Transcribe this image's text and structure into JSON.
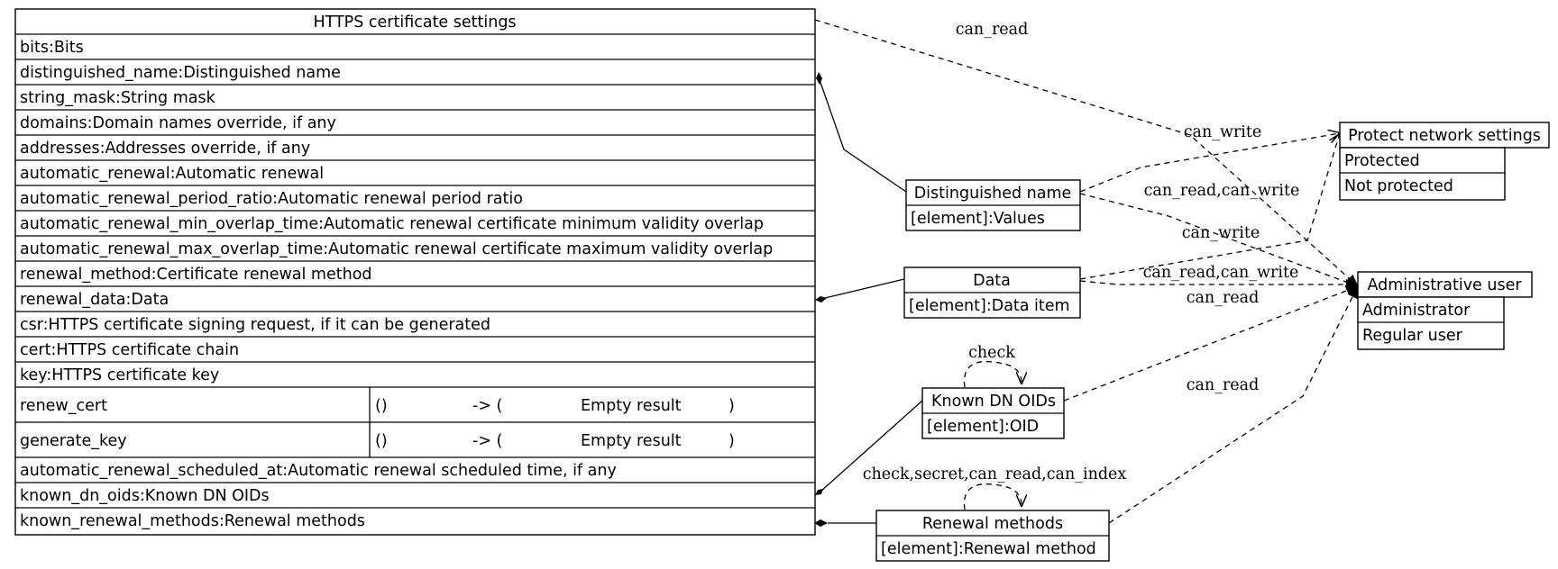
{
  "main_class": {
    "title": "HTTPS certificate settings",
    "attributes": [
      "bits:Bits",
      "distinguished_name:Distinguished name",
      "string_mask:String mask",
      "domains:Domain names override, if any",
      "addresses:Addresses override, if any",
      "automatic_renewal:Automatic renewal",
      "automatic_renewal_period_ratio:Automatic renewal period ratio",
      "automatic_renewal_min_overlap_time:Automatic renewal certificate minimum validity overlap",
      "automatic_renewal_max_overlap_time:Automatic renewal certificate maximum validity overlap",
      "renewal_method:Certificate renewal method",
      "renewal_data:Data",
      "csr:HTTPS certificate signing request, if it can be generated",
      "cert:HTTPS certificate chain",
      "key:HTTPS certificate key"
    ],
    "methods": [
      {
        "name": "renew_cert",
        "params": "()",
        "arrow": "-> (",
        "result": "Empty result",
        "close": ")"
      },
      {
        "name": "generate_key",
        "params": "()",
        "arrow": "-> (",
        "result": "Empty result",
        "close": ")"
      }
    ],
    "tail_attributes": [
      "automatic_renewal_scheduled_at:Automatic renewal scheduled time, if any",
      "known_dn_oids:Known DN OIDs",
      "known_renewal_methods:Renewal methods"
    ]
  },
  "classes": {
    "distinguished_name": {
      "title": "Distinguished name",
      "rows": [
        "[element]:Values"
      ]
    },
    "data": {
      "title": "Data",
      "rows": [
        "[element]:Data item"
      ]
    },
    "known_dn_oids": {
      "title": "Known DN OIDs",
      "rows": [
        "[element]:OID"
      ]
    },
    "renewal_methods": {
      "title": "Renewal methods",
      "rows": [
        "[element]:Renewal method"
      ]
    },
    "protect_network": {
      "title": "Protect network settings",
      "rows": [
        "Protected",
        "Not protected"
      ]
    },
    "admin_user": {
      "title": "Administrative user",
      "rows": [
        "Administrator",
        "Regular user"
      ]
    }
  },
  "edge_labels": {
    "main_can_read": "can_read",
    "dn_can_write": "can_write",
    "dn_can_read_write": "can_read,can_write",
    "data_can_write": "can_write",
    "data_can_read_write": "can_read,can_write",
    "data_can_read": "can_read",
    "oids_check": "check",
    "oids_can_read": "can_read",
    "renewal_check": "check,secret,can_read,can_index"
  }
}
